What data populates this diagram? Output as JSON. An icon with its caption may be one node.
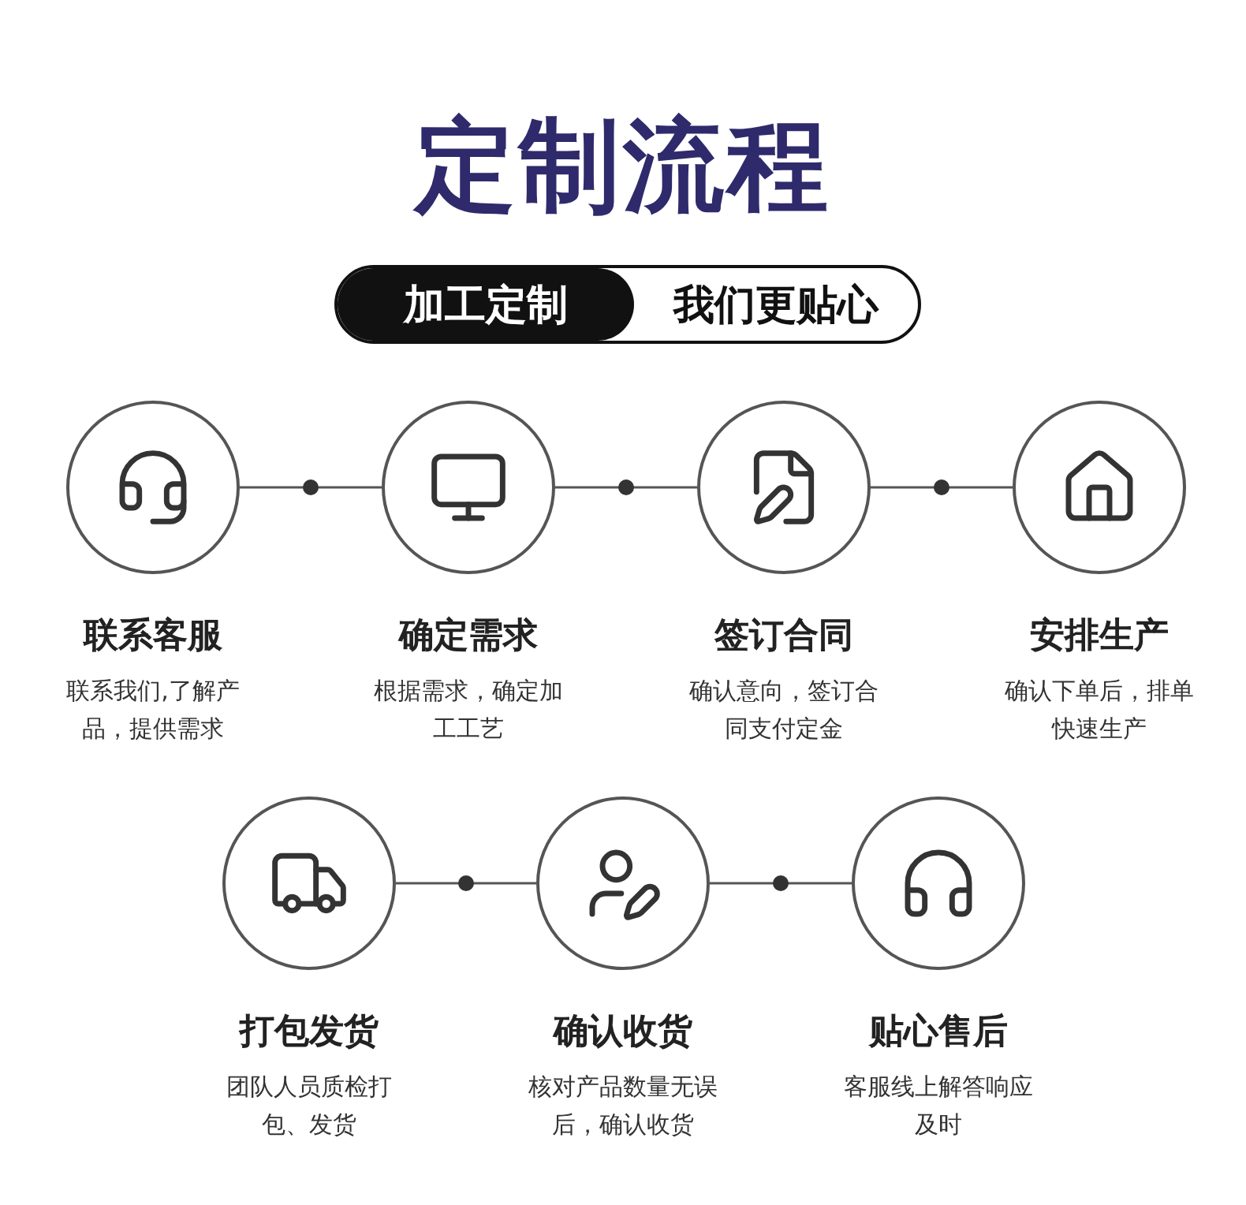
{
  "diagram": {
    "title": "定制流程",
    "nodes": [
      {
        "text": [
          "联系客服",
          "联系我们,了解产品，提供需求"
        ]
      },
      {
        "text": [
          "确定需求",
          "根据需求，确定加工工艺"
        ]
      },
      {
        "text": [
          "签订合同",
          "确认意向，签订合同支付定金"
        ]
      },
      {
        "text": [
          "安排生产",
          "确认下单后，排单快速生产"
        ]
      },
      {
        "text": [
          "打包发货",
          "团队人员质检打包、发货"
        ]
      },
      {
        "text": [
          "确认收货",
          "核对产品数量无误后，确认收货"
        ]
      },
      {
        "text": [
          "贴心售后",
          "客服线上解答响应及时"
        ]
      }
    ],
    "edges": [
      {
        "from": 0,
        "to": 1,
        "arrow": "none"
      },
      {
        "from": 1,
        "to": 2,
        "arrow": "none"
      },
      {
        "from": 2,
        "to": 3,
        "arrow": "none"
      },
      {
        "from": 4,
        "to": 5,
        "arrow": "none"
      },
      {
        "from": 5,
        "to": 6,
        "arrow": "none"
      }
    ],
    "labels": [
      "加工定制",
      "我们更贴心"
    ]
  }
}
